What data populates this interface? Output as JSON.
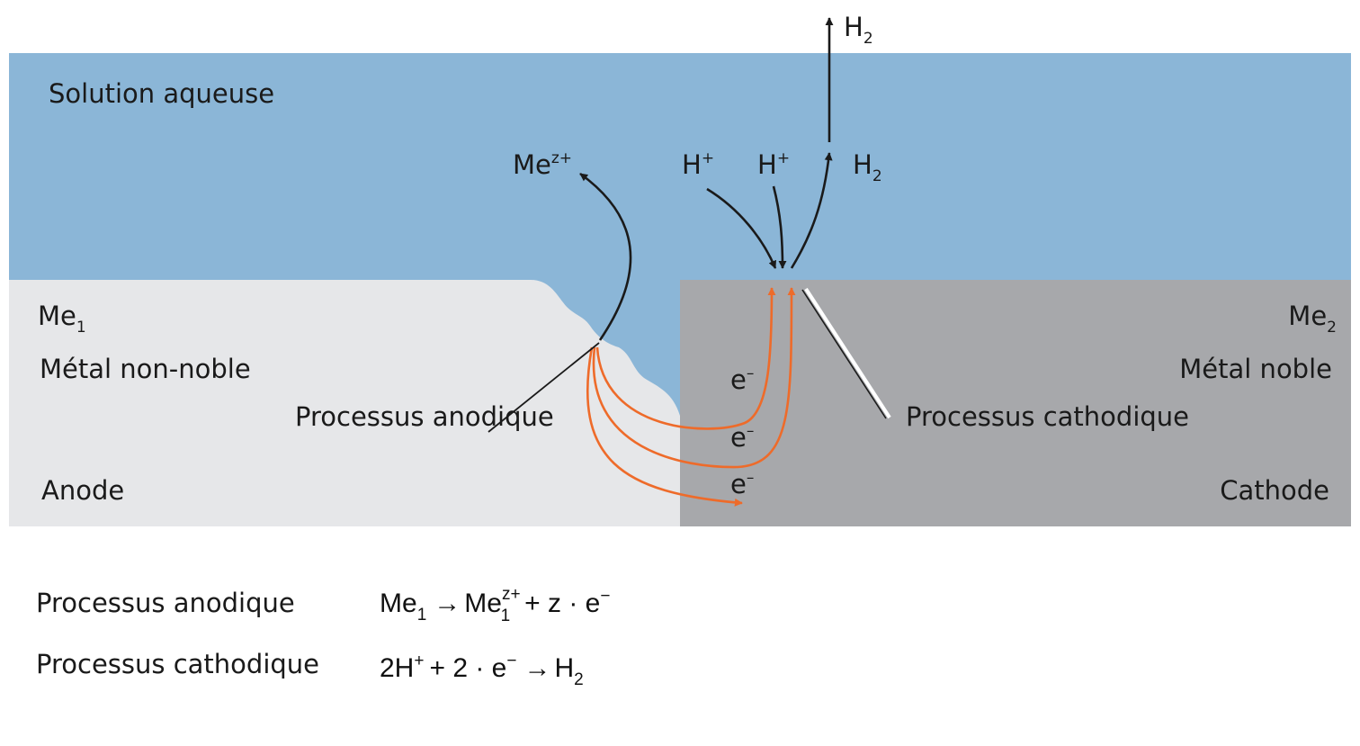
{
  "colors": {
    "solution": "#8bb6d7",
    "anode_metal": "#e6e7e9",
    "cathode_metal": "#a7a8ab",
    "electron_arrows": "#ee6b2a",
    "reaction_arrows": "#1a1a1a"
  },
  "labels": {
    "solution": "Solution aqueuse",
    "me1": "Me",
    "me1_sub": "1",
    "me2": "Me",
    "me2_sub": "2",
    "metal_non_noble": "Métal non-noble",
    "metal_noble": "Métal noble",
    "anode": "Anode",
    "cathode": "Cathode",
    "anodic_process": "Processus anodique",
    "cathodic_process": "Processus cathodique",
    "me_ion": "Me",
    "me_ion_sup": "z+",
    "h_plus_base": "H",
    "h_plus_sup": "+",
    "h2_base": "H",
    "h2_sub": "2",
    "electron_base": "e",
    "electron_sup": "–"
  },
  "equations": {
    "anodic_label": "Processus anodique",
    "anodic": {
      "lhs": "Me",
      "lhs_sub": "1",
      "arrow": "→",
      "rhs": "Me",
      "rhs_sub": "1",
      "rhs_sup": "z+",
      "rest": "+ z · e",
      "rest_sup": "−"
    },
    "cathodic_label": "Processus cathodique",
    "cathodic": {
      "lhs": "2H",
      "lhs_sup": "+",
      "mid": "+ 2 · e",
      "mid_sup": "−",
      "arrow": "→",
      "rhs": "H",
      "rhs_sub": "2"
    }
  }
}
